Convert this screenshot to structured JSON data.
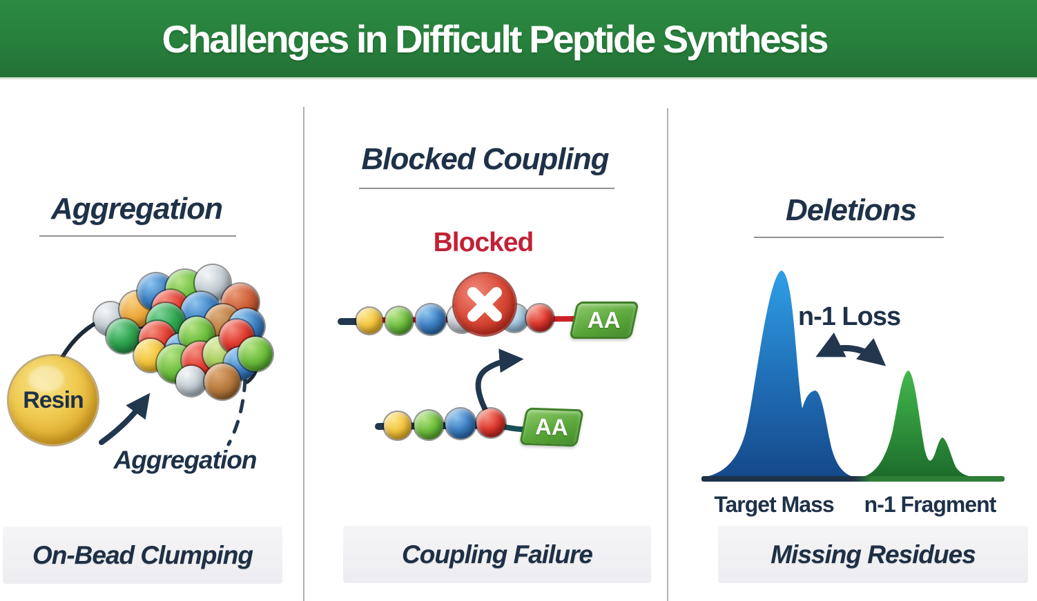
{
  "header": {
    "title": "Challenges in Difficult Peptide Synthesis",
    "bg_color": "#27803c",
    "text_color": "#ffffff"
  },
  "panels": {
    "aggregation": {
      "heading": "Aggregation",
      "caption": "On-Bead Clumping",
      "resin_label": "Resin",
      "process_label": "Aggregation"
    },
    "blocked_coupling": {
      "heading": "Blocked Coupling",
      "caption": "Coupling Failure",
      "blocked_label": "Blocked",
      "aa_tag_top": "AA",
      "aa_tag_bottom": "AA"
    },
    "deletions": {
      "heading": "Deletions",
      "caption": "Missing Residues",
      "loss_label": "n-1 Loss",
      "target_label": "Target Mass",
      "fragment_label": "n-1 Fragment"
    }
  },
  "colors": {
    "heading_text": "#1e3148",
    "blocked_red": "#c22135",
    "divider": "#b3b3b3",
    "caption_bg": "#f1f1f4",
    "string_dark": "#22374e",
    "peak_blue_top": "#2f9fe6",
    "peak_blue_bottom": "#15498a",
    "peak_green_top": "#43b74d",
    "peak_green_bottom": "#1c6b2c",
    "resin_gold": "#efc94f",
    "aa_tag_green": "#57a437",
    "x_circle_red": "#d94b38"
  },
  "illustration": {
    "cluster_beads": [
      [
        160,
        462,
        24,
        "gray"
      ],
      [
        199,
        448,
        26,
        "orange"
      ],
      [
        179,
        487,
        25,
        "green2"
      ],
      [
        226,
        423,
        27,
        "blue"
      ],
      [
        268,
        419,
        28,
        "green"
      ],
      [
        308,
        410,
        26,
        "gray"
      ],
      [
        247,
        447,
        27,
        "red"
      ],
      [
        291,
        452,
        29,
        "blue"
      ],
      [
        348,
        438,
        27,
        "redorange"
      ],
      [
        323,
        468,
        27,
        "brown"
      ],
      [
        357,
        473,
        26,
        "blue"
      ],
      [
        240,
        467,
        28,
        "green2"
      ],
      [
        228,
        492,
        27,
        "red"
      ],
      [
        218,
        515,
        24,
        "yellow"
      ],
      [
        263,
        507,
        24,
        "blue"
      ],
      [
        285,
        485,
        26,
        "green"
      ],
      [
        255,
        527,
        28,
        "green"
      ],
      [
        290,
        522,
        27,
        "red"
      ],
      [
        320,
        513,
        26,
        "lightgreen"
      ],
      [
        343,
        488,
        25,
        "red"
      ],
      [
        348,
        527,
        24,
        "blue"
      ],
      [
        370,
        513,
        25,
        "green"
      ],
      [
        277,
        552,
        22,
        "gray"
      ],
      [
        322,
        553,
        26,
        "brown"
      ]
    ],
    "chain_top_beads": [
      [
        535,
        465,
        19,
        "yellow"
      ],
      [
        578,
        465,
        20,
        "green"
      ],
      [
        624,
        463,
        22,
        "blue"
      ],
      [
        669,
        461,
        21,
        "gray"
      ],
      [
        745,
        461,
        20,
        "lightblue"
      ],
      [
        782,
        461,
        20,
        "red"
      ]
    ],
    "chain_bottom_beads": [
      [
        576,
        617,
        20,
        "yellow"
      ],
      [
        621,
        616,
        21,
        "green"
      ],
      [
        667,
        614,
        22,
        "blue"
      ],
      [
        711,
        613,
        21,
        "red"
      ]
    ]
  }
}
